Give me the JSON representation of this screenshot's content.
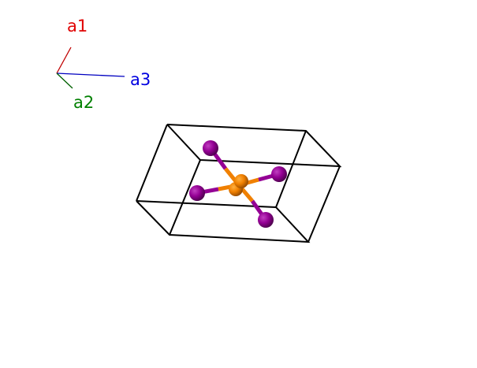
{
  "axes": {
    "a1": {
      "label": "a1",
      "color": "#e00000"
    },
    "a2": {
      "label": "a2",
      "color": "#008000"
    },
    "a3": {
      "label": "a3",
      "color": "#0000e0"
    }
  },
  "atoms": {
    "center_color": "#f08000",
    "ligand_color": "#940094"
  },
  "cell_edge_color": "#000000"
}
